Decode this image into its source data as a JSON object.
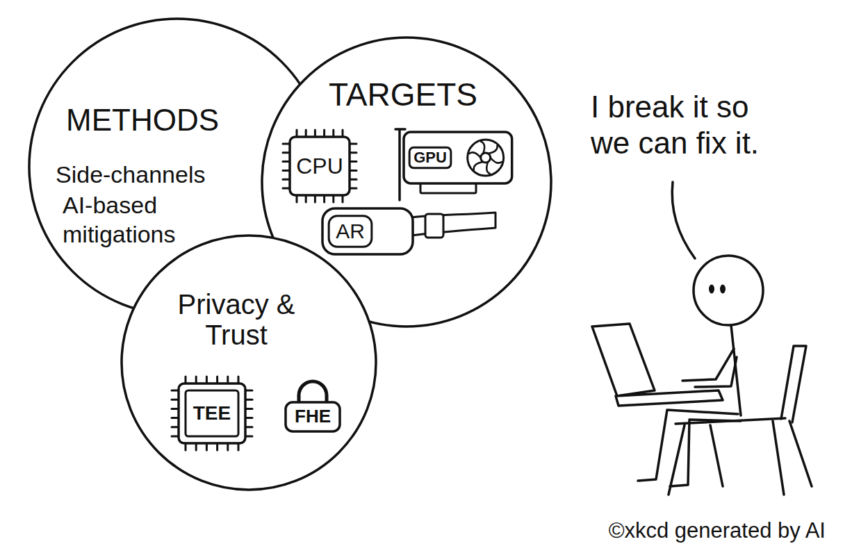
{
  "diagram": {
    "nodes": [
      {
        "text": [
          "METHODS",
          "Side-channels",
          "AI-based mitigations"
        ]
      },
      {
        "text": [
          "TARGETS"
        ]
      },
      {
        "text": [
          "CPU"
        ],
        "in": 1
      },
      {
        "text": [
          "GPU"
        ],
        "in": 1
      },
      {
        "text": [
          "AR"
        ],
        "in": 1
      },
      {
        "text": [
          "Privacy & Trust"
        ]
      },
      {
        "text": [
          "TEE"
        ],
        "in": 5
      },
      {
        "text": [
          "FHE"
        ],
        "in": 5
      }
    ],
    "labels": [
      "I break it so we can fix it.",
      "©xkcd generated by AI"
    ]
  }
}
